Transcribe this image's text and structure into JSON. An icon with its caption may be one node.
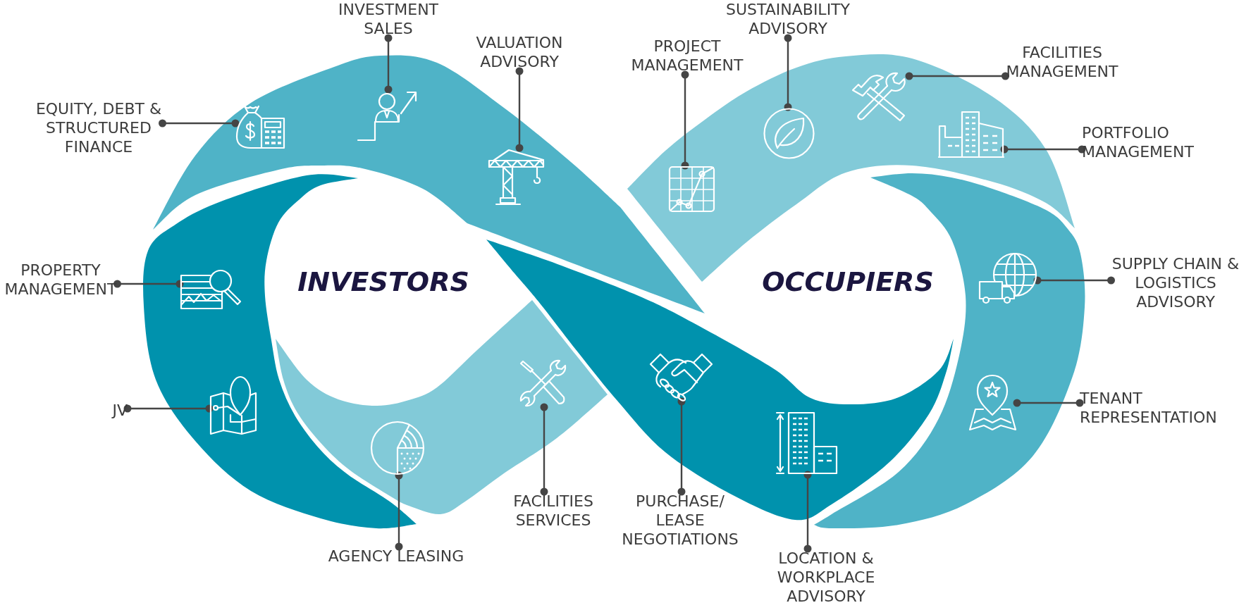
{
  "diagram": {
    "nodes": [
      {
        "text": [
          "INVESTMENT SALES"
        ]
      },
      {
        "text": [],
        "shape": "picture"
      },
      {
        "text": [
          "SUSTAINABILITY ADVISORY"
        ]
      },
      {
        "text": [],
        "shape": "picture"
      },
      {
        "text": [
          "VALUATION ADVISORY"
        ]
      },
      {
        "text": [],
        "shape": "picture"
      },
      {
        "text": [
          "PROJECT MANAGEMENT"
        ]
      },
      {
        "text": [],
        "shape": "picture"
      },
      {
        "text": [
          "FACILITIES MANAGEMENT"
        ]
      },
      {
        "text": [],
        "shape": "picture"
      },
      {
        "text": [
          "EQUITY, DEBT & STRUCTURED FINANCE"
        ]
      },
      {
        "text": [],
        "shape": "picture"
      },
      {
        "text": [
          "PORTFOLIO MANAGEMENT"
        ]
      },
      {
        "text": [],
        "shape": "picture"
      },
      {
        "text": [
          "PROPERTY MANAGEMENT"
        ]
      },
      {
        "text": [],
        "shape": "picture"
      },
      {
        "text": [
          "SUPPLY CHAIN & LOGISTICS ADVISORY"
        ]
      },
      {
        "text": [],
        "shape": "picture"
      },
      {
        "text": [
          "JV"
        ]
      },
      {
        "text": [],
        "shape": "picture"
      },
      {
        "text": [
          "TENANT REPRESENTATION"
        ]
      },
      {
        "text": [],
        "shape": "picture"
      },
      {
        "text": [
          "FACILITIES SERVICES"
        ]
      },
      {
        "text": [],
        "shape": "picture"
      },
      {
        "text": [
          "PURCHASE/ LEASE NEGOTIATIONS"
        ]
      },
      {
        "text": [],
        "shape": "picture"
      },
      {
        "text": [
          "AGENCY LEASING"
        ]
      },
      {
        "text": [],
        "shape": "picture"
      },
      {
        "text": [
          "LOCATION & WORKPLACE ADVISORY"
        ]
      },
      {
        "text": [],
        "shape": "picture"
      }
    ],
    "edges": [
      {
        "from": 0,
        "to": 1,
        "arrow": "other"
      },
      {
        "from": 2,
        "to": 3,
        "arrow": "other"
      },
      {
        "from": 4,
        "to": 5,
        "arrow": "other"
      },
      {
        "from": 6,
        "to": 7,
        "arrow": "other"
      },
      {
        "from": 8,
        "to": 9,
        "arrow": "other"
      },
      {
        "from": 10,
        "to": 11,
        "arrow": "other"
      },
      {
        "from": 12,
        "to": 13,
        "arrow": "other"
      },
      {
        "from": 14,
        "to": 15,
        "arrow": "other"
      },
      {
        "from": 16,
        "to": 17,
        "arrow": "other"
      },
      {
        "from": 18,
        "to": 19,
        "arrow": "other"
      },
      {
        "from": 20,
        "to": 21,
        "arrow": "other"
      },
      {
        "from": 22,
        "to": 23,
        "arrow": "other"
      },
      {
        "from": 24,
        "to": 25,
        "arrow": "other"
      },
      {
        "from": 26,
        "to": 27,
        "arrow": "other"
      },
      {
        "from": 28,
        "to": 29,
        "arrow": "other"
      }
    ],
    "labels": [
      "INVESTORS",
      "OCCUPIERS"
    ]
  }
}
